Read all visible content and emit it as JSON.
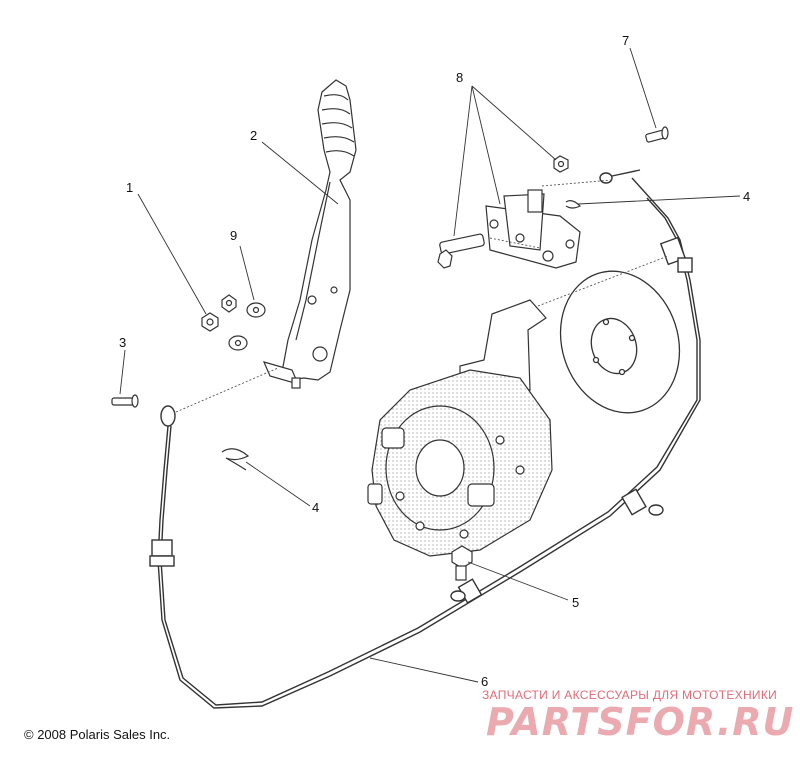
{
  "callouts": [
    {
      "id": "callout-1",
      "label": "1"
    },
    {
      "id": "callout-2",
      "label": "2"
    },
    {
      "id": "callout-3",
      "label": "3"
    },
    {
      "id": "callout-4a",
      "label": "4"
    },
    {
      "id": "callout-4b",
      "label": "4"
    },
    {
      "id": "callout-5",
      "label": "5"
    },
    {
      "id": "callout-6",
      "label": "6"
    },
    {
      "id": "callout-7",
      "label": "7"
    },
    {
      "id": "callout-8",
      "label": "8"
    },
    {
      "id": "callout-9",
      "label": "9"
    }
  ],
  "copyright": "© 2008 Polaris Sales Inc.",
  "watermark": {
    "tagline": "ЗАПЧАСТИ И АКСЕССУАРЫ ДЛЯ МОТОТЕХНИКИ",
    "logo": "PARTSFOR.RU"
  },
  "colors": {
    "line": "#333333",
    "watermark": "#e9a0a8"
  }
}
